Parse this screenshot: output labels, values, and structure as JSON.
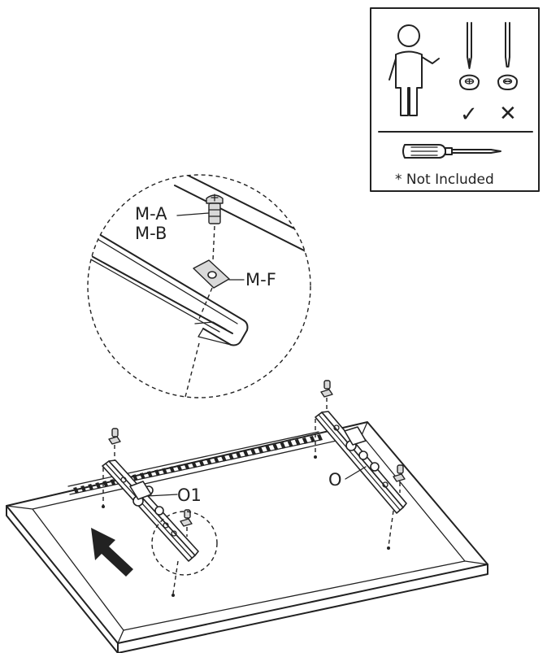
{
  "labels": {
    "screw_ab_top": "M-A",
    "screw_ab_bottom": "M-B",
    "washer": "M-F",
    "bracket_left": "O1",
    "bracket_right": "O"
  },
  "tools_panel": {
    "note": "* Not Included",
    "correct_mark": "✓",
    "wrong_mark": "✕"
  }
}
